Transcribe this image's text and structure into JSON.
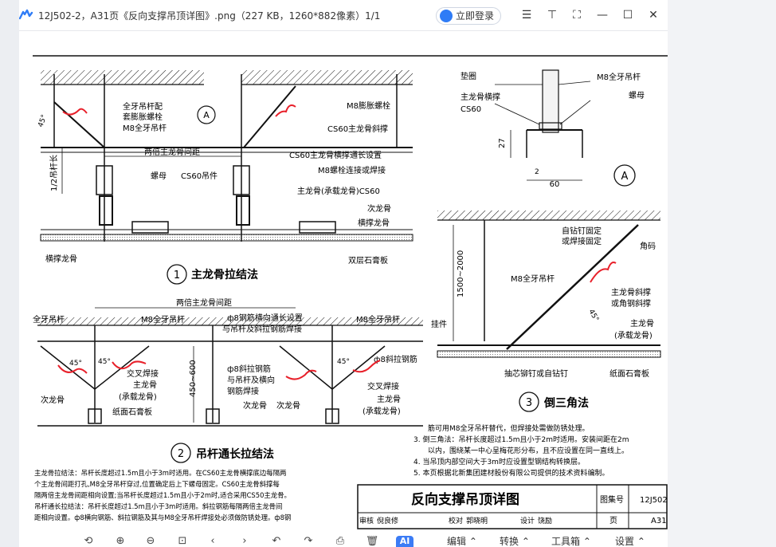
{
  "titlebar": {
    "file_title": "12J502-2，A31页《反向支撑吊顶详图》.png（227 KB，1260*882像素）1/1",
    "login_label": "立即登录",
    "icons": [
      "app-logo-icon",
      "menu-icon",
      "pin-icon",
      "fullscreen-icon",
      "minimize-icon",
      "maximize-icon",
      "close-icon"
    ]
  },
  "drawing": {
    "fig1": {
      "title": "主龙骨拉结法",
      "num": "1",
      "labels": {
        "full_rod_exp": "全牙吊杆配",
        "exp_bolt": "套膨胀螺栓",
        "m8_rod": "M8全牙吊杆",
        "angle": "45°",
        "double_spacing": "两倍主龙骨间距",
        "half_rod": "1/2吊杆长",
        "nut": "螺母",
        "cs60_hanger": "CS60吊件",
        "cross_keel": "横撑龙骨",
        "circle_a": "A",
        "m8_exp_bolt": "M8膨胀螺栓",
        "cs60_brace": "CS60主龙骨斜撑",
        "cs60_cross_full": "CS60主龙骨横撑通长设置",
        "m8_bolt_weld": "M8螺栓连接或焊接",
        "main_keel_cs60": "主龙骨(承载龙骨)CS60",
        "secondary_keel": "次龙骨",
        "cross_keel2": "横撑龙骨",
        "double_gypsum": "双层石膏板"
      }
    },
    "figA": {
      "gasket": "垫圈",
      "m8_full_rod": "M8全牙吊杆",
      "main_cross": "主龙骨横撑",
      "cs60": "CS60",
      "nut": "螺母",
      "dim27": "27",
      "dim2": "2",
      "dim60": "60",
      "circle": "A"
    },
    "fig2": {
      "title": "吊杆通长拉结法",
      "num": "2",
      "labels": {
        "double_spacing": "两倍主龙骨间距",
        "full_rod_left": "全牙吊杆",
        "m8_rod_left": "M8全牙吊杆",
        "phi8_full": "ф8钢筋横向通长设置",
        "phi8_weld": "与吊杆及斜拉钢筋焊接",
        "m8_rod_right": "M8全牙吊杆",
        "angle1": "45°",
        "angle2": "45°",
        "angle3": "45°",
        "cross_weld1": "交叉焊接",
        "main_keel1": "主龙骨",
        "bearing1": "(承载龙骨)",
        "secondary1": "次龙骨",
        "gypsum1": "纸面石膏板",
        "dim": "450~600",
        "phi8_pull": "ф8斜拉钢筋",
        "with_rod": "与吊杆及横向",
        "rebar_weld": "钢筋焊接",
        "secondary2": "次龙骨",
        "secondary3": "次龙骨",
        "phi8_pull_right": "ф8斜拉钢筋",
        "cross_weld2": "交叉焊接",
        "main_keel2": "主龙骨",
        "bearing2": "(承载龙骨)"
      }
    },
    "fig3": {
      "title": "倒三角法",
      "num": "3",
      "labels": {
        "self_drill": "自钻钉固定",
        "or_weld": "或焊接固定",
        "corner": "角码",
        "dim": "1500~2000",
        "m8_rod": "M8全牙吊杆",
        "brace": "主龙骨斜撑",
        "or_angle": "或角钢斜撑",
        "angle": "45°",
        "hanger": "挂件",
        "main_keel": "主龙骨",
        "bearing": "(承载龙骨)",
        "rivet": "抽芯铆钉或自钻钉",
        "gypsum": "纸面石膏板"
      }
    },
    "notes_left": [
      "主龙骨拉结法：吊杆长度超过1.5m且小于3m时适用。在CS60主龙骨横撑底边每隔两",
      "个主龙骨间距打孔,M8全牙吊杆穿过,位置确定后上下螺母固定。CS60主龙骨斜撑每",
      "隔两倍主龙骨间距相向设置;当吊杆长度超过1.5m且小于2m时,适合采用CS50主龙骨。",
      "吊杆通长拉结法：吊杆长度超过1.5m且小于3m时适用。斜拉钢筋每隔两倍主龙骨间",
      "距相向设置。ф8横向钢筋、斜拉钢筋及其与M8全牙吊杆焊接处必须做防锈处理。ф8钢"
    ],
    "notes_right": [
      "筋可用M8全牙吊杆替代，但焊接处需做防锈处理。",
      "3. 倒三角法：吊杆长度超过1.5m且小于2m时适用。安装间距在2m",
      "以内，围绕某一中心呈梅花形分布，且不应设置在同一直线上。",
      "4. 当吊顶内部空间大于3m时应设置型钢结构转换层。",
      "5. 本页根据北新集团建材股份有限公司提供的技术资料编制。"
    ],
    "titleblock": {
      "title": "反向支撑吊顶详图",
      "atlas_label": "图集号",
      "atlas_no": "12J502",
      "page_label": "页",
      "page_no": "A31",
      "review": "审核",
      "review_name": "倪良修",
      "check": "校对",
      "check_name": "郭晓明",
      "design": "设计",
      "design_name": "饶励"
    }
  },
  "bottombar": {
    "labels": [
      "编辑",
      "转换",
      "工具箱",
      "设置"
    ],
    "ai_label": "AI",
    "icons": [
      "rotate-icon",
      "zoom-in-icon",
      "zoom-out-icon",
      "fit-icon",
      "prev-icon",
      "next-icon",
      "rotate-left-icon",
      "rotate-right-icon",
      "print-icon",
      "delete-icon"
    ]
  },
  "colors": {
    "accent": "#2f7cf6",
    "markup": "#e8202a",
    "ink": "#111111"
  }
}
